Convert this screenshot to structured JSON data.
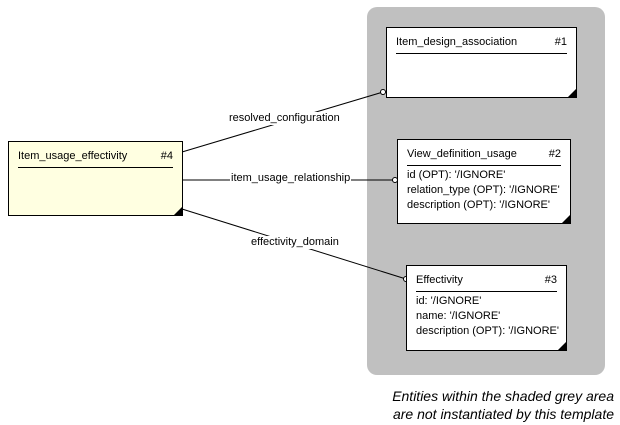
{
  "entities": {
    "item_usage_effectivity": {
      "name": "Item_usage_effectivity",
      "number": "#4",
      "attributes": []
    },
    "item_design_association": {
      "name": "Item_design_association",
      "number": "#1",
      "attributes": []
    },
    "view_definition_usage": {
      "name": "View_definition_usage",
      "number": "#2",
      "attributes": [
        "id (OPT): '/IGNORE'",
        "relation_type (OPT): '/IGNORE'",
        "description (OPT): '/IGNORE'"
      ]
    },
    "effectivity": {
      "name": "Effectivity",
      "number": "#3",
      "attributes": [
        "id: '/IGNORE'",
        "name: '/IGNORE'",
        "description (OPT): '/IGNORE'"
      ]
    }
  },
  "relationships": {
    "resolved_configuration": "resolved_configuration",
    "item_usage_relationship": "item_usage_relationship",
    "effectivity_domain": "effectivity_domain"
  },
  "caption": {
    "line1": "Entities within the shaded grey area",
    "line2": "are not instantiated by this template"
  }
}
